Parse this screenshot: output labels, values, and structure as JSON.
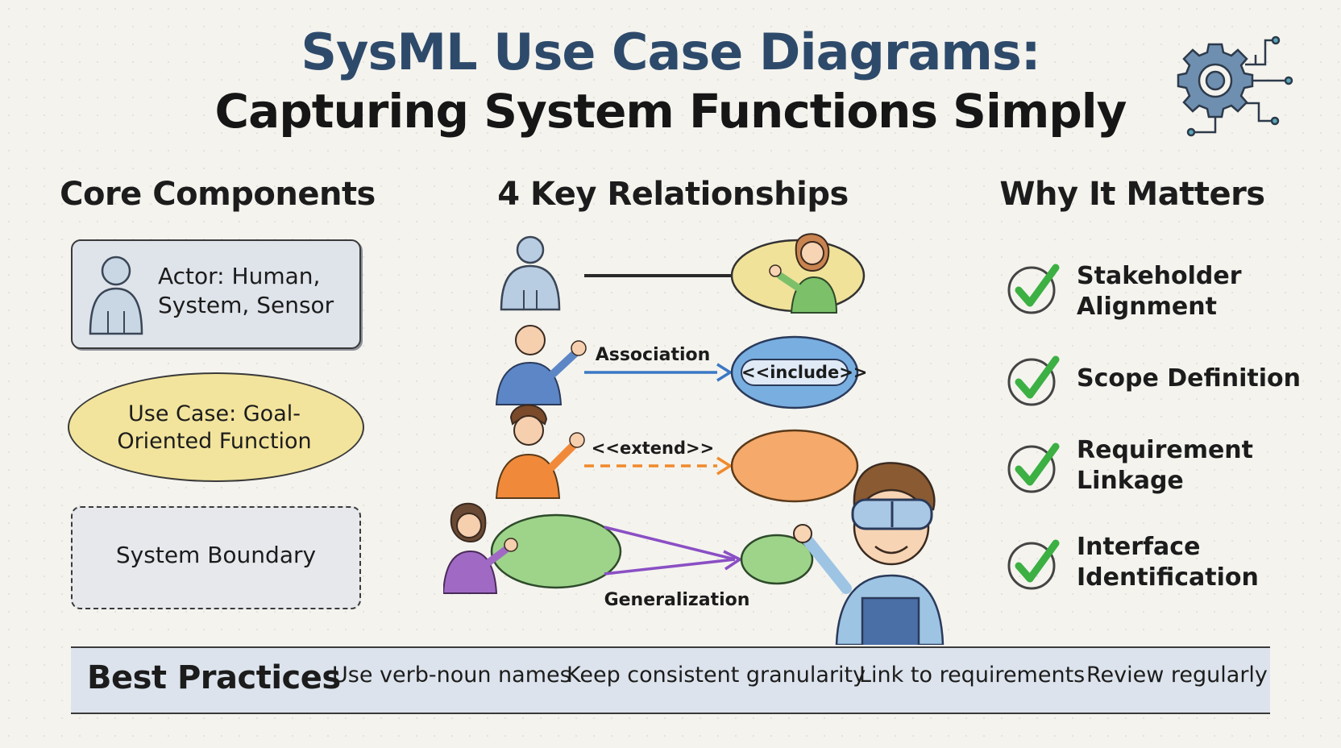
{
  "title": {
    "line1": "SysML Use Case Diagrams:",
    "line2": "Capturing System Functions Simply"
  },
  "sections": {
    "core": "Core Components",
    "relationships": "4 Key Relationships",
    "why": "Why It Matters"
  },
  "core_components": {
    "actor": "Actor: Human, System, Sensor",
    "use_case": "Use Case: Goal-Oriented Function",
    "boundary": "System Boundary"
  },
  "relationships": {
    "association": "Association",
    "include": "<<include>>",
    "extend": "<<extend>>",
    "generalization": "Generalization"
  },
  "why_items": [
    "Stakeholder Alignment",
    "Scope Definition",
    "Requirement Linkage",
    "Interface Identification"
  ],
  "best_practices": {
    "title": "Best Practices",
    "items": [
      "Use verb-noun names",
      "Keep consistent granularity",
      "Link to requirements",
      "Review regularly"
    ]
  },
  "colors": {
    "title_blue": "#2e4a6b",
    "association_blue": "#3b78c4",
    "extend_orange": "#f08a2a",
    "generalization_purple": "#8a4fc4",
    "check_green": "#3cb043"
  },
  "icons": [
    "gear-circuit-icon",
    "actor-icon",
    "check-icon"
  ]
}
